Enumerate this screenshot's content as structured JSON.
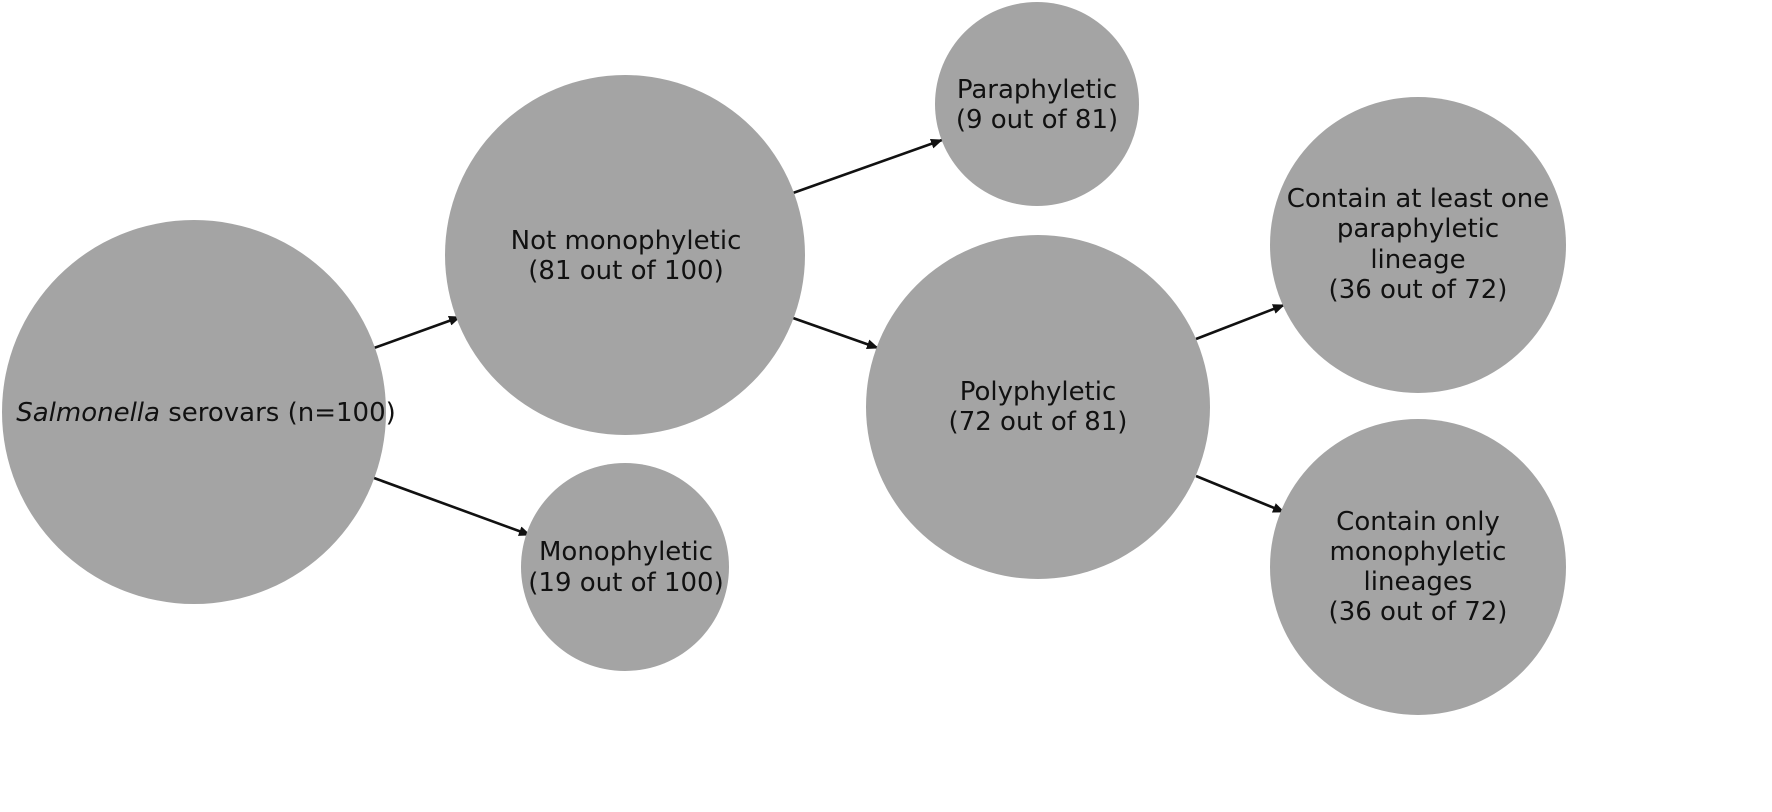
{
  "diagram": {
    "node_color": "#a4a4a4",
    "edge_color": "#111111",
    "nodes": {
      "root": {
        "label_italic": "Salmonella",
        "label_rest": " serovars (n=100)"
      },
      "not_monophyletic": {
        "line1": "Not monophyletic",
        "line2": "(81 out of 100)"
      },
      "monophyletic": {
        "line1": "Monophyletic",
        "line2": "(19 out of 100)"
      },
      "paraphyletic": {
        "line1": "Paraphyletic",
        "line2": "(9 out of 81)"
      },
      "polyphyletic": {
        "line1": "Polyphyletic",
        "line2": "(72 out of 81)"
      },
      "contain_paraphyletic": {
        "line1": "Contain at least one",
        "line2": "paraphyletic",
        "line3": "lineage",
        "line4": "(36 out of 72)"
      },
      "contain_monophyletic": {
        "line1": "Contain only",
        "line2": "monophyletic",
        "line3": "lineages",
        "line4": "(36 out of 72)"
      }
    },
    "edges": [
      {
        "from": "root",
        "to": "not_monophyletic"
      },
      {
        "from": "root",
        "to": "monophyletic"
      },
      {
        "from": "not_monophyletic",
        "to": "paraphyletic"
      },
      {
        "from": "not_monophyletic",
        "to": "polyphyletic"
      },
      {
        "from": "polyphyletic",
        "to": "contain_paraphyletic"
      },
      {
        "from": "polyphyletic",
        "to": "contain_monophyletic"
      }
    ]
  }
}
